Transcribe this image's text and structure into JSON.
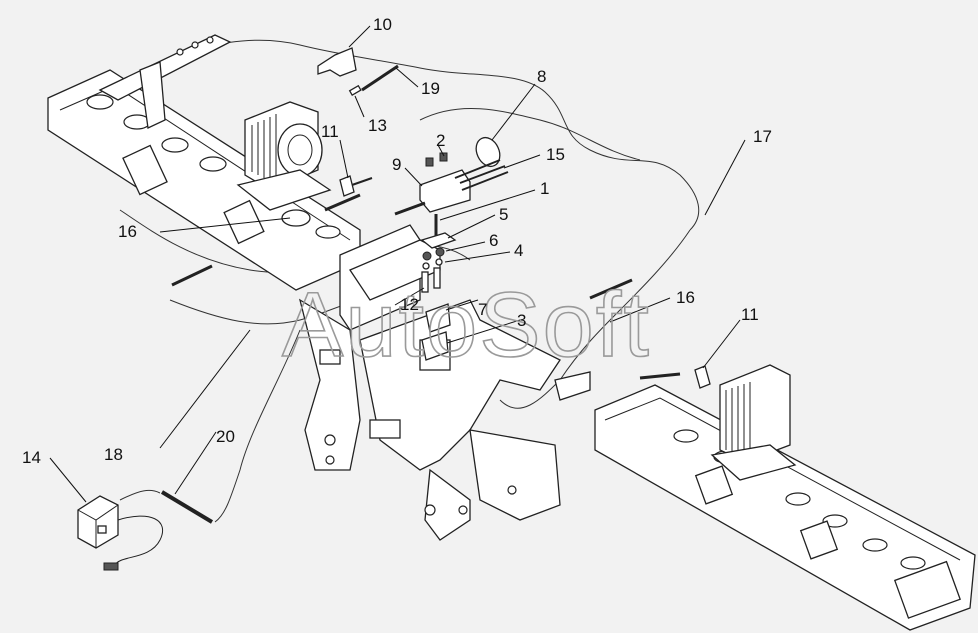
{
  "diagram": {
    "watermark": "AutoSoft",
    "callouts": [
      "10",
      "19",
      "13",
      "8",
      "11",
      "2",
      "15",
      "9",
      "1",
      "17",
      "5",
      "6",
      "16",
      "4",
      "12",
      "7",
      "3",
      "16",
      "11",
      "20",
      "14",
      "18"
    ]
  }
}
